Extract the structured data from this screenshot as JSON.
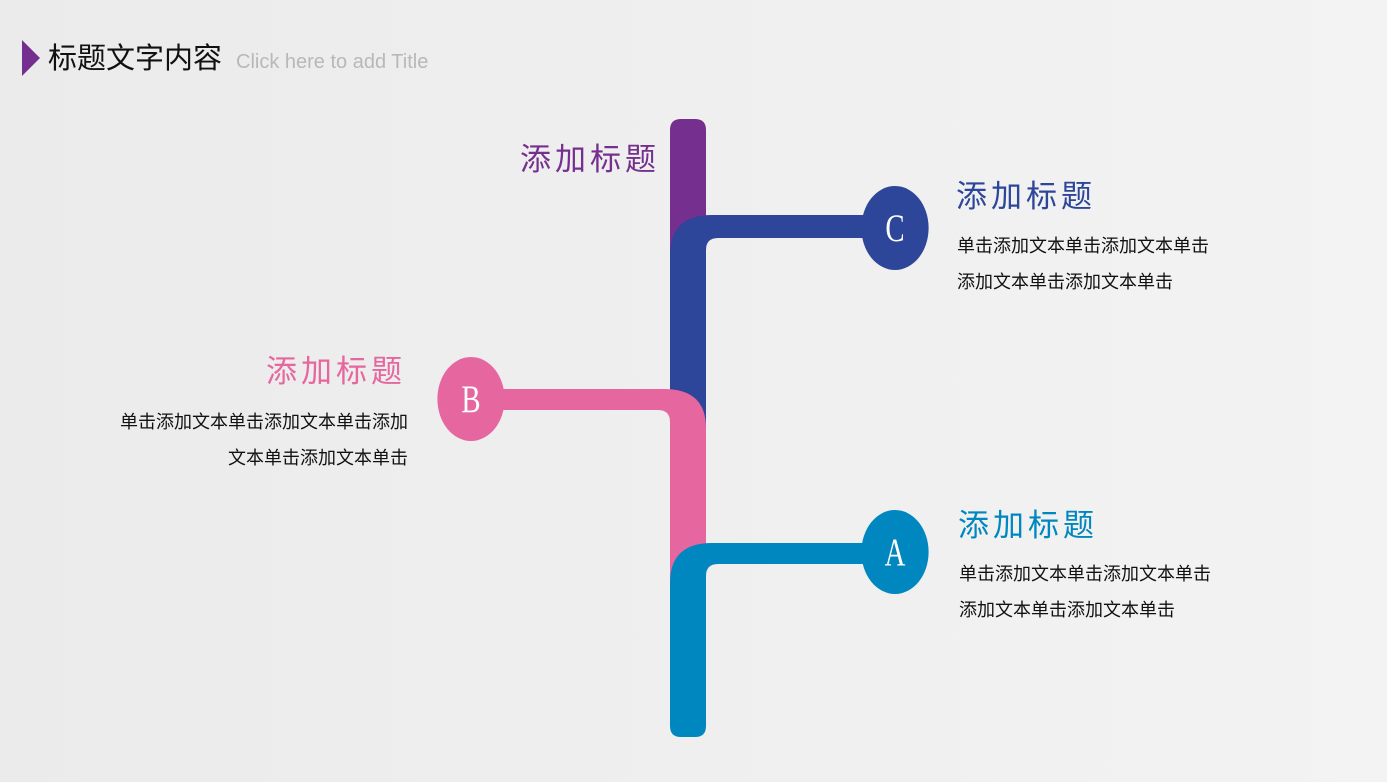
{
  "header": {
    "title": "标题文字内容",
    "subtitle": "Click here to add Title",
    "marker_color": "#75308f"
  },
  "colors": {
    "purple": "#75308f",
    "navy": "#2d4699",
    "pink": "#e6679f",
    "blue": "#0087bf",
    "body_text": "#111111",
    "background": "#efefef"
  },
  "timeline": {
    "top_title": "添加标题",
    "nodes": [
      {
        "letter": "C",
        "title": "添加标题",
        "lines": [
          "单击添加文本单击添加文本单击",
          "添加文本单击添加文本单击"
        ],
        "color": "#2d4699",
        "side": "right"
      },
      {
        "letter": "B",
        "title": "添加标题",
        "lines": [
          "单击添加文本单击添加文本单击添加",
          "文本单击添加文本单击"
        ],
        "color": "#e6679f",
        "side": "left"
      },
      {
        "letter": "A",
        "title": "添加标题",
        "lines": [
          "单击添加文本单击添加文本单击",
          "添加文本单击添加文本单击"
        ],
        "color": "#0087bf",
        "side": "right"
      }
    ]
  }
}
